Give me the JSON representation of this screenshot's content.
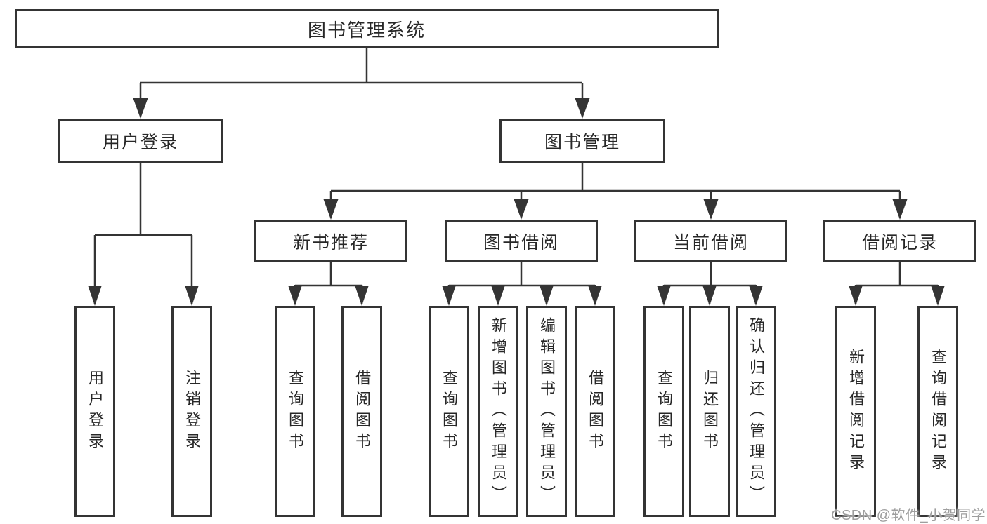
{
  "diagram": {
    "root": {
      "label": "图书管理系统"
    },
    "level2": [
      {
        "label": "用户登录"
      },
      {
        "label": "图书管理"
      }
    ],
    "level3": [
      {
        "label": "新书推荐"
      },
      {
        "label": "图书借阅"
      },
      {
        "label": "当前借阅"
      },
      {
        "label": "借阅记录"
      }
    ],
    "leaves": [
      {
        "label": "用户登录"
      },
      {
        "label": "注销登录"
      },
      {
        "label": "查询图书"
      },
      {
        "label": "借阅图书"
      },
      {
        "label": "查询图书"
      },
      {
        "label": "新增图书（管理员）"
      },
      {
        "label": "编辑图书（管理员）"
      },
      {
        "label": "借阅图书"
      },
      {
        "label": "查询图书"
      },
      {
        "label": "归还图书"
      },
      {
        "label": "确认归还（管理员）"
      },
      {
        "label": "新增借阅记录"
      },
      {
        "label": "查询借阅记录"
      }
    ],
    "colors": {
      "line": "#343434",
      "text": "#272727",
      "watermark_color": "#9e9e9e",
      "background": "#ffffff"
    },
    "watermark": "CSDN @软件_小贺同学"
  }
}
